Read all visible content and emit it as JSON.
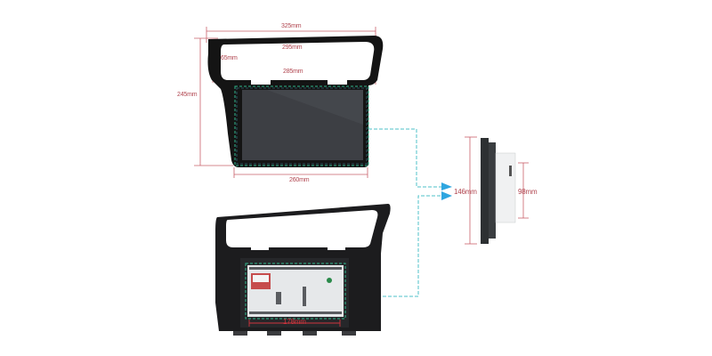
{
  "colors": {
    "dimension": "#c9606a",
    "dimension_text": "#b0444e",
    "frame": "#1a1a1a",
    "screen": "#3a3c40",
    "dashed_green": "#2fb48a",
    "dashed_blue": "#4fb6d6",
    "arrow": "#2fa6e0",
    "back_panel": "#e6e8ea"
  },
  "front_view": {
    "overall_width": "325mm",
    "top_opening_width": "295mm",
    "opening_height": "65mm",
    "bottom_opening_width": "285mm",
    "overall_height": "245mm",
    "screen_width": "260mm"
  },
  "side_view": {
    "total_height": "146mm",
    "chassis_height": "98mm"
  },
  "back_view": {
    "chassis_width": "178mm"
  }
}
